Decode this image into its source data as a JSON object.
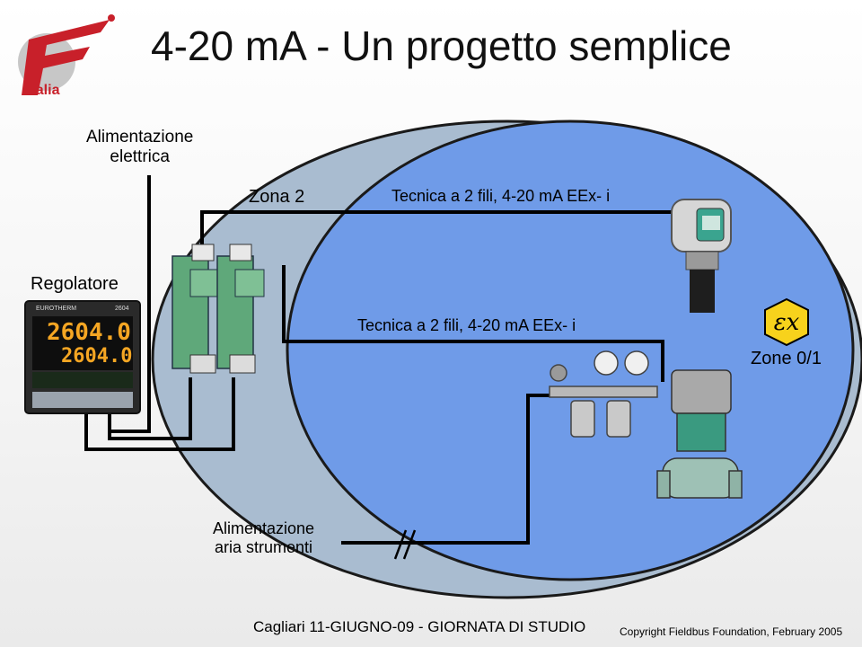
{
  "title": "4-20 mA -  Un progetto semplice",
  "logo": {
    "text": "Italia"
  },
  "labels": {
    "power_supply": [
      "Alimentazione",
      "elettrica"
    ],
    "zone2": "Zona 2",
    "wire_top": "Tecnica a 2 fili, 4-20 mA EEx- i",
    "controller": "Regolatore",
    "wire_mid": "Tecnica a 2 fili, 4-20 mA EEx- i",
    "zone01": "Zone 0/1",
    "air_supply": [
      "Alimentazione",
      "aria strumenti"
    ],
    "ex_symbol": "εx"
  },
  "controller_display": {
    "brand": "EUROTHERM",
    "model": "2604",
    "line1": "2604.0",
    "line2": "2604.0"
  },
  "footer": {
    "event": "Cagliari 11-GIUGNO-09 - GIORNATA DI STUDIO",
    "copyright": "Copyright Fieldbus Foundation, February 2005"
  },
  "colors": {
    "zone2": "#a9bcd0",
    "zone01": "#6f9be8",
    "accent_red": "#c8202a"
  }
}
